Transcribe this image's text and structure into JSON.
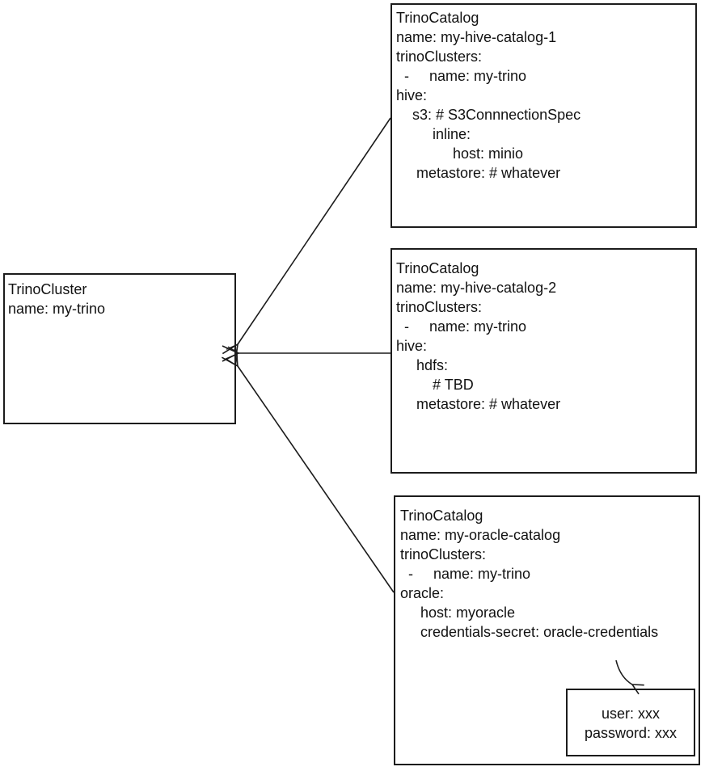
{
  "colors": {
    "stroke": "#1c1c1c",
    "text": "#121212",
    "background": "#ffffff"
  },
  "nodes": {
    "cluster": {
      "lines": [
        "TrinoCluster",
        "name: my-trino"
      ]
    },
    "catalog1": {
      "lines": [
        "TrinoCatalog",
        "name: my-hive-catalog-1",
        "trinoClusters:",
        "  -     name: my-trino",
        "hive:",
        "    s3: # S3ConnnectionSpec",
        "         inline:",
        "              host: minio",
        "     metastore: # whatever"
      ]
    },
    "catalog2": {
      "lines": [
        "TrinoCatalog",
        "name: my-hive-catalog-2",
        "trinoClusters:",
        "  -     name: my-trino",
        "hive:",
        "     hdfs:",
        "         # TBD",
        "     metastore: # whatever"
      ]
    },
    "catalog3": {
      "lines": [
        "TrinoCatalog",
        "name: my-oracle-catalog",
        "trinoClusters:",
        "  -     name: my-trino",
        "oracle:",
        "     host: myoracle",
        "     credentials-secret: oracle-credentials"
      ]
    },
    "secret": {
      "lines": [
        "user: xxx",
        "password: xxx"
      ]
    }
  }
}
